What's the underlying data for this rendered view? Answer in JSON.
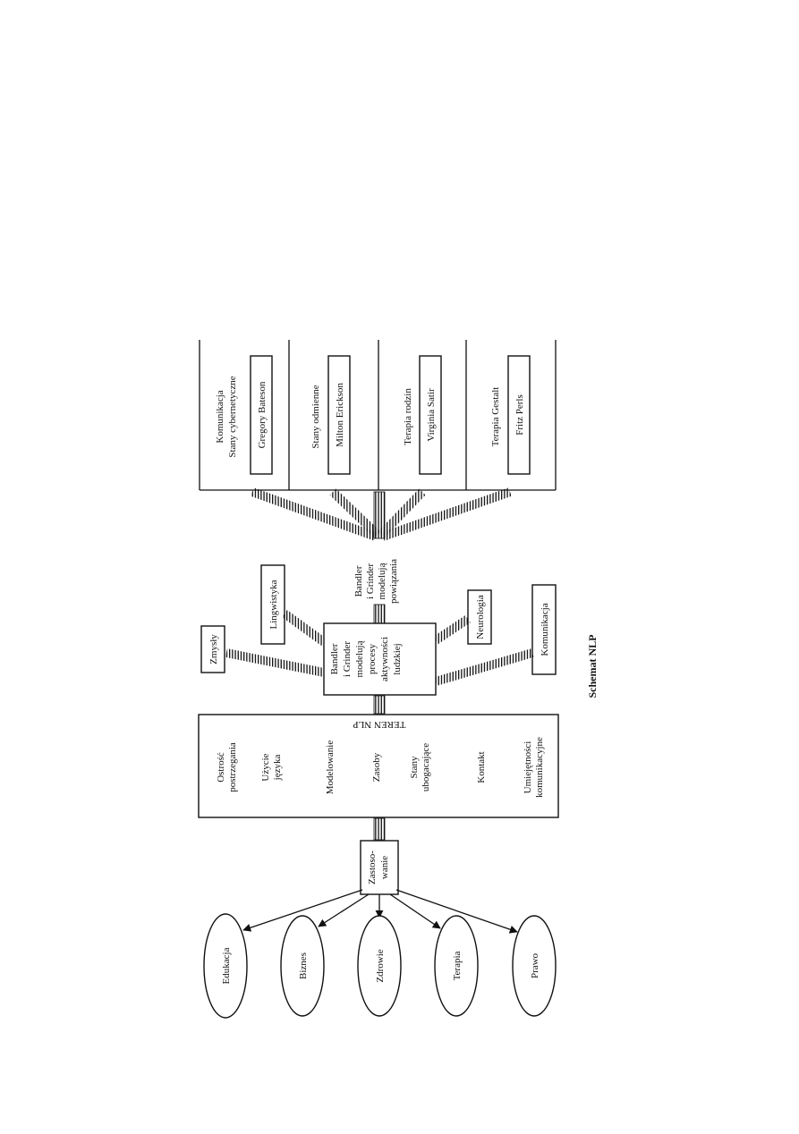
{
  "diagram": {
    "caption": "Schemat NLP",
    "theme_color": "#111111",
    "sources_section": [
      {
        "topic": [
          "Komunikacja",
          "Stany cybernetyczne"
        ],
        "person": "Gregory Bateson"
      },
      {
        "topic": [
          "Stany odmienne"
        ],
        "person": "Milton Erickson"
      },
      {
        "topic": [
          "Terapia rodzin"
        ],
        "person": "Virginia Satir"
      },
      {
        "topic": [
          "Terapia Gestalt"
        ],
        "person": "Fritz Perls"
      }
    ],
    "connector_label": [
      "Bandler",
      "i Grinder",
      "modelują",
      "powiązania"
    ],
    "domains": [
      {
        "name": "Zmysły"
      },
      {
        "name": "Lingwistyka"
      },
      {
        "name": "Neurologia"
      },
      {
        "name": "Komunikacja"
      }
    ],
    "central_box": [
      "Bandler",
      "i Grinder",
      "modelują",
      "procesy",
      "aktywności",
      "ludzkiej"
    ],
    "field": {
      "title": "TEREN NLP",
      "items": [
        [
          "Ostrość",
          "postrzegania"
        ],
        [
          "Użycie",
          "języka"
        ],
        [
          "Modelowanie"
        ],
        [
          "Zasoby"
        ],
        [
          "Stany",
          "ubogacające"
        ],
        [
          "Kontakt"
        ],
        [
          "Umiejętności",
          "komunikacyjne"
        ]
      ]
    },
    "application_box": [
      "Zastoso-",
      "wanie"
    ],
    "applications": [
      "Edukacja",
      "Biznes",
      "Zdrowie",
      "Terapia",
      "Prawo"
    ]
  }
}
